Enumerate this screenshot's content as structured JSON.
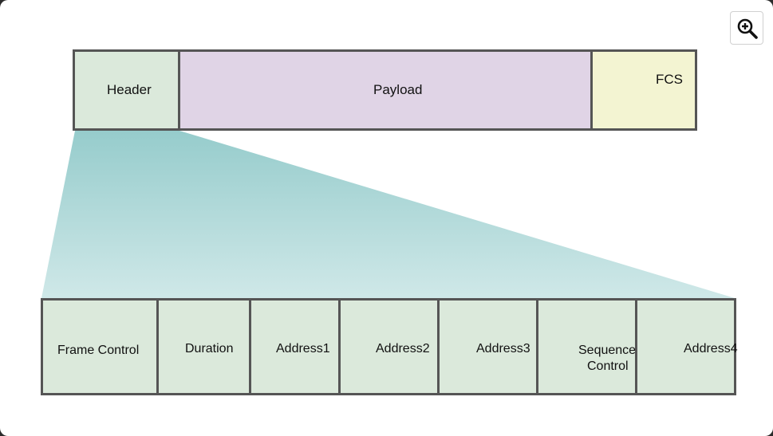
{
  "frame": {
    "header_label": "Header",
    "payload_label": "Payload",
    "fcs_label": "FCS"
  },
  "header_fields": {
    "frame_control": "Frame Control",
    "duration": "Duration",
    "address1": "Address1",
    "address2": "Address2",
    "address3": "Address3",
    "sequence_control_line1": "Sequence",
    "sequence_control_line2": "Control",
    "address4": "Address4"
  },
  "colors": {
    "header": "#dbe9db",
    "payload": "#e0d4e6",
    "fcs": "#f3f4d2",
    "expansion": "#9fd1d1"
  },
  "toolbar": {
    "zoom_icon": "zoom-in-icon"
  }
}
